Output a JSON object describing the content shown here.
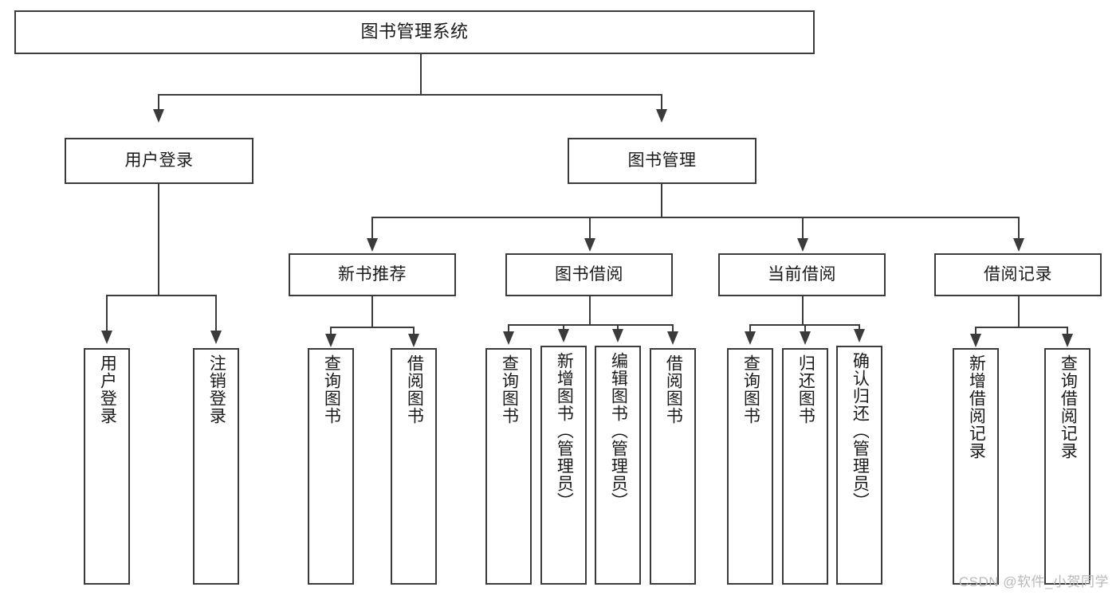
{
  "diagram": {
    "title": "图书管理系统",
    "type": "tree",
    "watermark": "CSDN @软件_小贺同学",
    "colors": {
      "border": "#3b3b3b",
      "fill": "#ffffff",
      "text": "#1a1a1a",
      "watermark": "#b9b9b9"
    },
    "root": {
      "label": "图书管理系统"
    },
    "level1": [
      {
        "label": "用户登录"
      },
      {
        "label": "图书管理"
      }
    ],
    "level2": [
      {
        "label": "新书推荐"
      },
      {
        "label": "图书借阅"
      },
      {
        "label": "当前借阅"
      },
      {
        "label": "借阅记录"
      }
    ],
    "leaves": {
      "user_login": [
        {
          "label": "用户登录"
        },
        {
          "label": "注销登录"
        }
      ],
      "new_book": [
        {
          "label": "查询图书"
        },
        {
          "label": "借阅图书"
        }
      ],
      "borrow": [
        {
          "label": "查询图书"
        },
        {
          "label": "新增图书（管理员）"
        },
        {
          "label": "编辑图书（管理员）"
        },
        {
          "label": "借阅图书"
        }
      ],
      "current": [
        {
          "label": "查询图书"
        },
        {
          "label": "归还图书"
        },
        {
          "label": "确认归还（管理员）"
        }
      ],
      "record": [
        {
          "label": "新增借阅记录"
        },
        {
          "label": "查询借阅记录"
        }
      ]
    }
  }
}
